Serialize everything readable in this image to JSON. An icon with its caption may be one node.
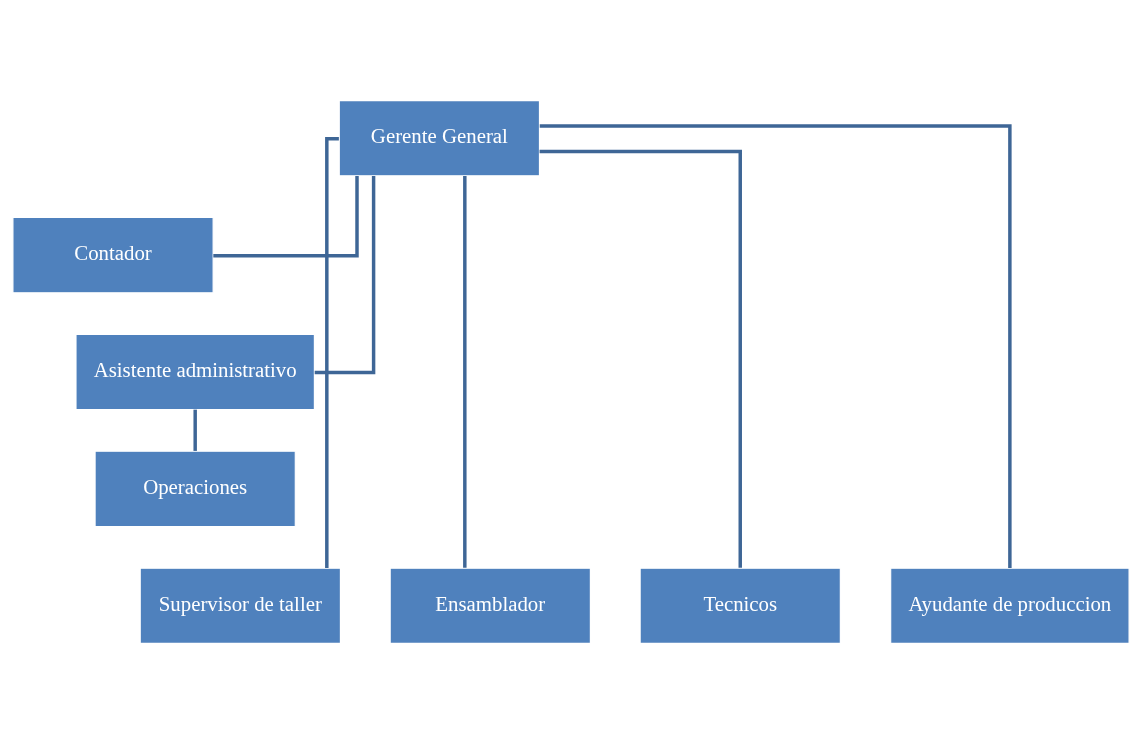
{
  "diagram": {
    "nodes": [
      {
        "text": [
          "Gerente General"
        ]
      },
      {
        "text": [
          "Contador"
        ]
      },
      {
        "text": [
          "Asistente administrativo"
        ]
      },
      {
        "text": [
          "Operaciones"
        ]
      },
      {
        "text": [
          "Supervisor de taller"
        ]
      },
      {
        "text": [
          "Ensamblador"
        ]
      },
      {
        "text": [
          "Tecnicos"
        ]
      },
      {
        "text": [
          "Ayudante de produccion"
        ]
      }
    ],
    "edges": [
      {
        "from": 0,
        "to": 1,
        "arrow": "none"
      },
      {
        "from": 0,
        "to": 2,
        "arrow": "none"
      },
      {
        "from": 2,
        "to": 3,
        "arrow": "none"
      },
      {
        "from": 0,
        "to": 4,
        "arrow": "none"
      },
      {
        "from": 0,
        "to": 5,
        "arrow": "none"
      },
      {
        "from": 0,
        "to": 6,
        "arrow": "none"
      },
      {
        "from": 0,
        "to": 7,
        "arrow": "none"
      }
    ]
  }
}
